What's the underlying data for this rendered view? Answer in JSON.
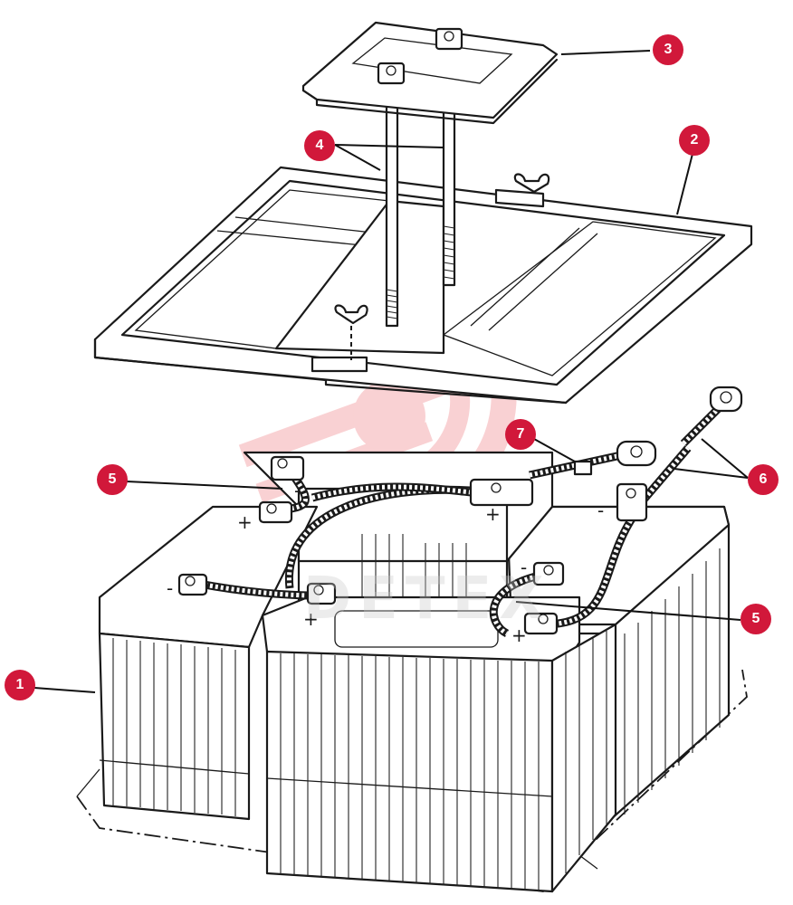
{
  "watermark": {
    "text": "DETEX",
    "color": "#e8323a"
  },
  "accent_color": "#d1183a",
  "callouts": [
    {
      "id": "callout-1",
      "label": "1"
    },
    {
      "id": "callout-2",
      "label": "2"
    },
    {
      "id": "callout-3",
      "label": "3"
    },
    {
      "id": "callout-4",
      "label": "4"
    },
    {
      "id": "callout-5a",
      "label": "5"
    },
    {
      "id": "callout-5b",
      "label": "5"
    },
    {
      "id": "callout-6",
      "label": "6"
    },
    {
      "id": "callout-7",
      "label": "7"
    }
  ],
  "terminal_signs": [
    {
      "id": "sign-minus-1",
      "text": "-"
    },
    {
      "id": "sign-plus-1",
      "text": "+"
    },
    {
      "id": "sign-plus-2",
      "text": "+"
    },
    {
      "id": "sign-minus-2",
      "text": "-"
    },
    {
      "id": "sign-minus-3",
      "text": "-"
    },
    {
      "id": "sign-plus-3",
      "text": "+"
    },
    {
      "id": "sign-minus-4",
      "text": "-"
    },
    {
      "id": "sign-plus-4",
      "text": "+"
    }
  ]
}
